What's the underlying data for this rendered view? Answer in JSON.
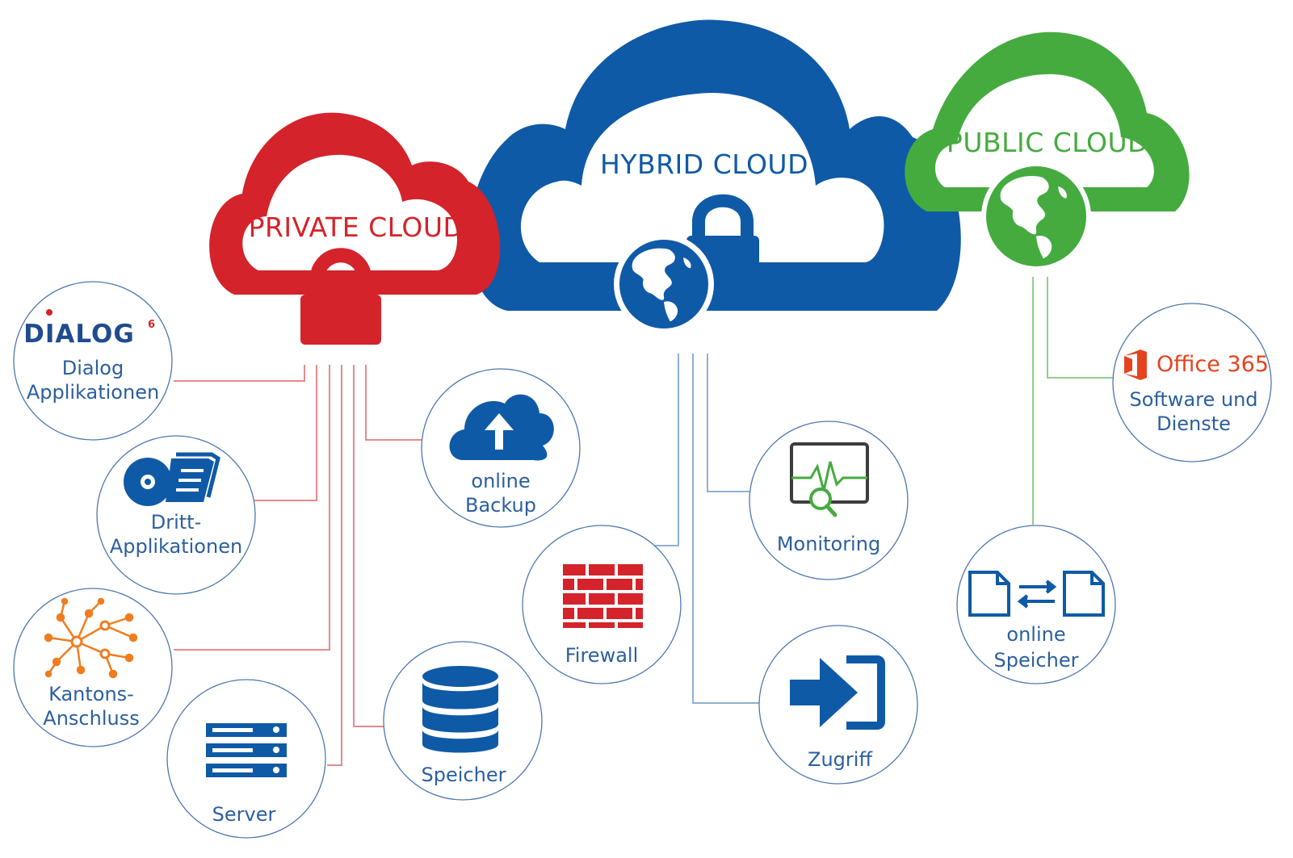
{
  "colors": {
    "private": "#d4232a",
    "hybrid": "#0f5aa6",
    "public": "#45ab3f",
    "label": "#2b5f9e"
  },
  "clouds": {
    "private": {
      "title": "PRIVATE CLOUD",
      "icon": "padlock-icon"
    },
    "hybrid": {
      "title": "HYBRID CLOUD",
      "icon": "globe-padlock-icon"
    },
    "public": {
      "title": "PUBLIC CLOUD",
      "icon": "globe-icon"
    }
  },
  "private_nodes": {
    "dialog": {
      "logo": "DIALOG",
      "logo_sup": "6",
      "line1": "Dialog",
      "line2": "Applikationen"
    },
    "dritt": {
      "line1": "Dritt-",
      "line2": "Applikationen",
      "icon": "disc-documents-icon"
    },
    "kantons": {
      "line1": "Kantons-",
      "line2": "Anschluss",
      "icon": "network-icon"
    },
    "server": {
      "line1": "Server",
      "icon": "server-rack-icon"
    },
    "speicher": {
      "line1": "Speicher",
      "icon": "database-icon"
    },
    "backup": {
      "line1": "online",
      "line2": "Backup",
      "icon": "cloud-upload-icon"
    }
  },
  "hybrid_nodes": {
    "firewall": {
      "line1": "Firewall",
      "icon": "brick-wall-icon"
    },
    "monitoring": {
      "line1": "Monitoring",
      "icon": "monitor-search-icon"
    },
    "zugriff": {
      "line1": "Zugriff",
      "icon": "sign-in-icon"
    }
  },
  "public_nodes": {
    "office": {
      "logo": "Office 365",
      "line1": "Software und",
      "line2": "Dienste",
      "icon": "office-logo-icon"
    },
    "online_speicher": {
      "line1": "online",
      "line2": "Speicher",
      "icon": "file-sync-icon"
    }
  }
}
